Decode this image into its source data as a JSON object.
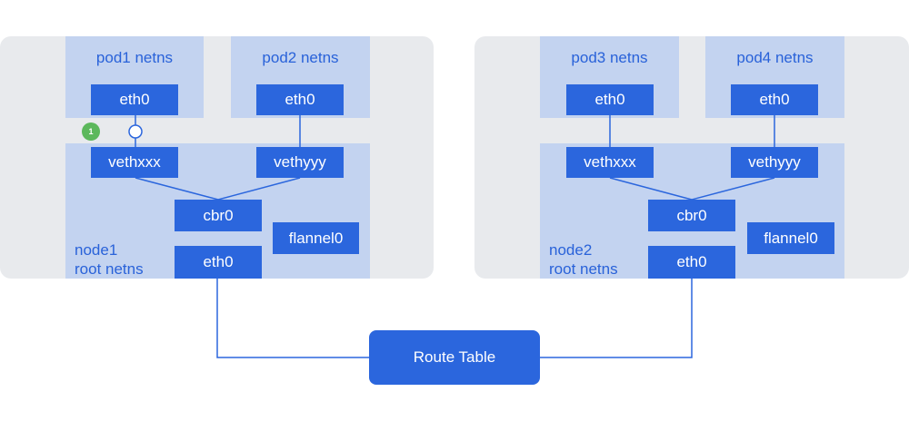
{
  "colors": {
    "node_bg": "#e8eaed",
    "netns_bg": "#c3d3f0",
    "box": "#2b66dd",
    "label": "#2962d9",
    "badge": "#5cb85c"
  },
  "node1": {
    "pod1": {
      "title": "pod1 netns",
      "eth": "eth0"
    },
    "pod2": {
      "title": "pod2 netns",
      "eth": "eth0"
    },
    "veth_a": "vethxxx",
    "veth_b": "vethyyy",
    "bridge": "cbr0",
    "flannel": "flannel0",
    "eth": "eth0",
    "label_line1": "node1",
    "label_line2": "root netns",
    "badge": "1"
  },
  "node2": {
    "pod3": {
      "title": "pod3 netns",
      "eth": "eth0"
    },
    "pod4": {
      "title": "pod4 netns",
      "eth": "eth0"
    },
    "veth_a": "vethxxx",
    "veth_b": "vethyyy",
    "bridge": "cbr0",
    "flannel": "flannel0",
    "eth": "eth0",
    "label_line1": "node2",
    "label_line2": "root netns"
  },
  "route_table": "Route Table"
}
